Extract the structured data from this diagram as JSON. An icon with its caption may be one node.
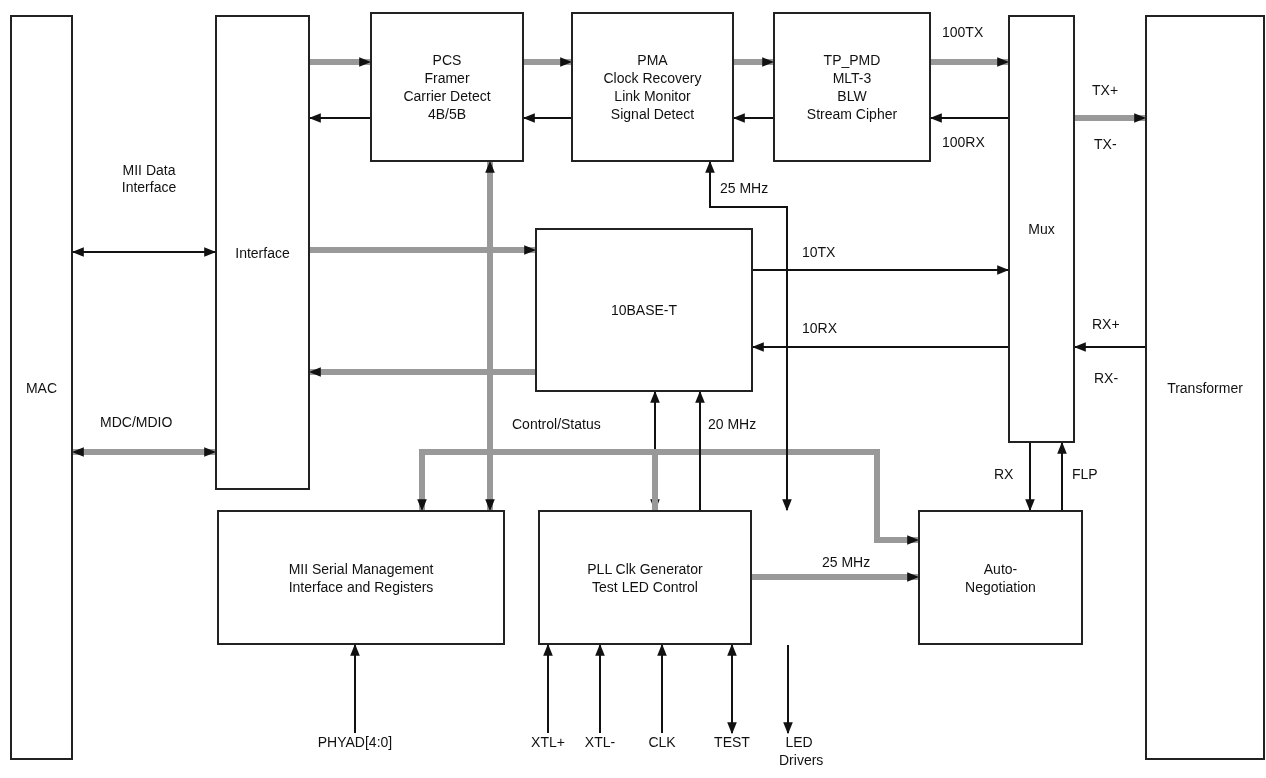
{
  "diagram": {
    "nodes": [
      {
        "text": [
          "MAC"
        ]
      },
      {
        "text": [
          "Interface"
        ]
      },
      {
        "text": [
          "PCS",
          "Framer",
          "Carrier Detect",
          "4B/5B"
        ]
      },
      {
        "text": [
          "PMA",
          "Clock Recovery",
          "Link Monitor",
          "Signal Detect"
        ]
      },
      {
        "text": [
          "TP_PMD",
          "MLT-3",
          "BLW",
          "Stream Cipher"
        ]
      },
      {
        "text": [
          "Mux"
        ]
      },
      {
        "text": [
          "Transformer"
        ]
      },
      {
        "text": [
          "10BASE-T"
        ]
      },
      {
        "text": [
          "MII Serial Management Interface and Registers"
        ]
      },
      {
        "text": [
          "PLL Clk Generator",
          "Test LED Control"
        ]
      },
      {
        "text": [
          "Auto-Negotiation"
        ]
      },
      {
        "text": [
          "PHYAD[4:0]"
        ]
      },
      {
        "text": [
          "XTL+"
        ]
      },
      {
        "text": [
          "XTL-"
        ]
      },
      {
        "text": [
          "CLK"
        ]
      },
      {
        "text": [
          "TEST"
        ]
      },
      {
        "text": [
          "LED Drivers"
        ]
      }
    ],
    "edges": [
      {
        "from": 0,
        "to": 1,
        "arrow": "both",
        "label": "MII Data Interface"
      },
      {
        "from": 0,
        "to": 1,
        "arrow": "both",
        "label": "MDC/MDIO",
        "style": "thick",
        "color": "#999999"
      },
      {
        "from": 1,
        "to": 2,
        "arrow": "to",
        "style": "thick",
        "color": "#999999"
      },
      {
        "from": 2,
        "to": 1,
        "arrow": "to"
      },
      {
        "from": 2,
        "to": 3,
        "arrow": "to",
        "style": "thick",
        "color": "#999999"
      },
      {
        "from": 3,
        "to": 2,
        "arrow": "to"
      },
      {
        "from": 3,
        "to": 4,
        "arrow": "to",
        "style": "thick",
        "color": "#999999"
      },
      {
        "from": 4,
        "to": 3,
        "arrow": "to"
      },
      {
        "from": 4,
        "to": 5,
        "arrow": "to",
        "label": "100TX",
        "style": "thick",
        "color": "#999999"
      },
      {
        "from": 5,
        "to": 4,
        "arrow": "to",
        "label": "100RX"
      },
      {
        "from": 5,
        "to": 6,
        "arrow": "to",
        "label": "TX+",
        "style": "thick",
        "color": "#999999"
      },
      {
        "from": 6,
        "to": 5,
        "arrow": "to",
        "label": "RX+"
      },
      {
        "from": 1,
        "to": 7,
        "arrow": "to",
        "style": "thick",
        "color": "#999999"
      },
      {
        "from": 7,
        "to": 1,
        "arrow": "to",
        "style": "thick",
        "color": "#999999"
      },
      {
        "from": 7,
        "to": 5,
        "arrow": "to",
        "label": "10TX"
      },
      {
        "from": 5,
        "to": 7,
        "arrow": "to",
        "label": "10RX"
      },
      {
        "from": 2,
        "to": 8,
        "arrow": "both",
        "style": "thick",
        "color": "#999999"
      },
      {
        "from": 7,
        "to": 9,
        "arrow": "both",
        "label": "Control/Status"
      },
      {
        "from": 9,
        "to": 8,
        "arrow": "to",
        "style": "thick",
        "color": "#999999"
      },
      {
        "from": 9,
        "to": 10,
        "arrow": "to",
        "style": "thick",
        "color": "#999999"
      },
      {
        "from": 9,
        "to": 7,
        "arrow": "to",
        "label": "20 MHz"
      },
      {
        "from": 3,
        "to": 9,
        "arrow": "both",
        "label": "25 MHz"
      },
      {
        "from": 9,
        "to": 10,
        "arrow": "to",
        "label": "25 MHz",
        "style": "thick",
        "color": "#999999"
      },
      {
        "from": 5,
        "to": 10,
        "arrow": "to",
        "label": "RX"
      },
      {
        "from": 10,
        "to": 5,
        "arrow": "to",
        "label": "FLP"
      },
      {
        "from": 11,
        "to": 8,
        "arrow": "to"
      },
      {
        "from": 12,
        "to": 9,
        "arrow": "to"
      },
      {
        "from": 13,
        "to": 9,
        "arrow": "to"
      },
      {
        "from": 14,
        "to": 9,
        "arrow": "to"
      },
      {
        "from": 15,
        "to": 9,
        "arrow": "both"
      },
      {
        "from": 9,
        "to": 16,
        "arrow": "to"
      }
    ],
    "labels": [
      "TX-",
      "RX-"
    ]
  }
}
